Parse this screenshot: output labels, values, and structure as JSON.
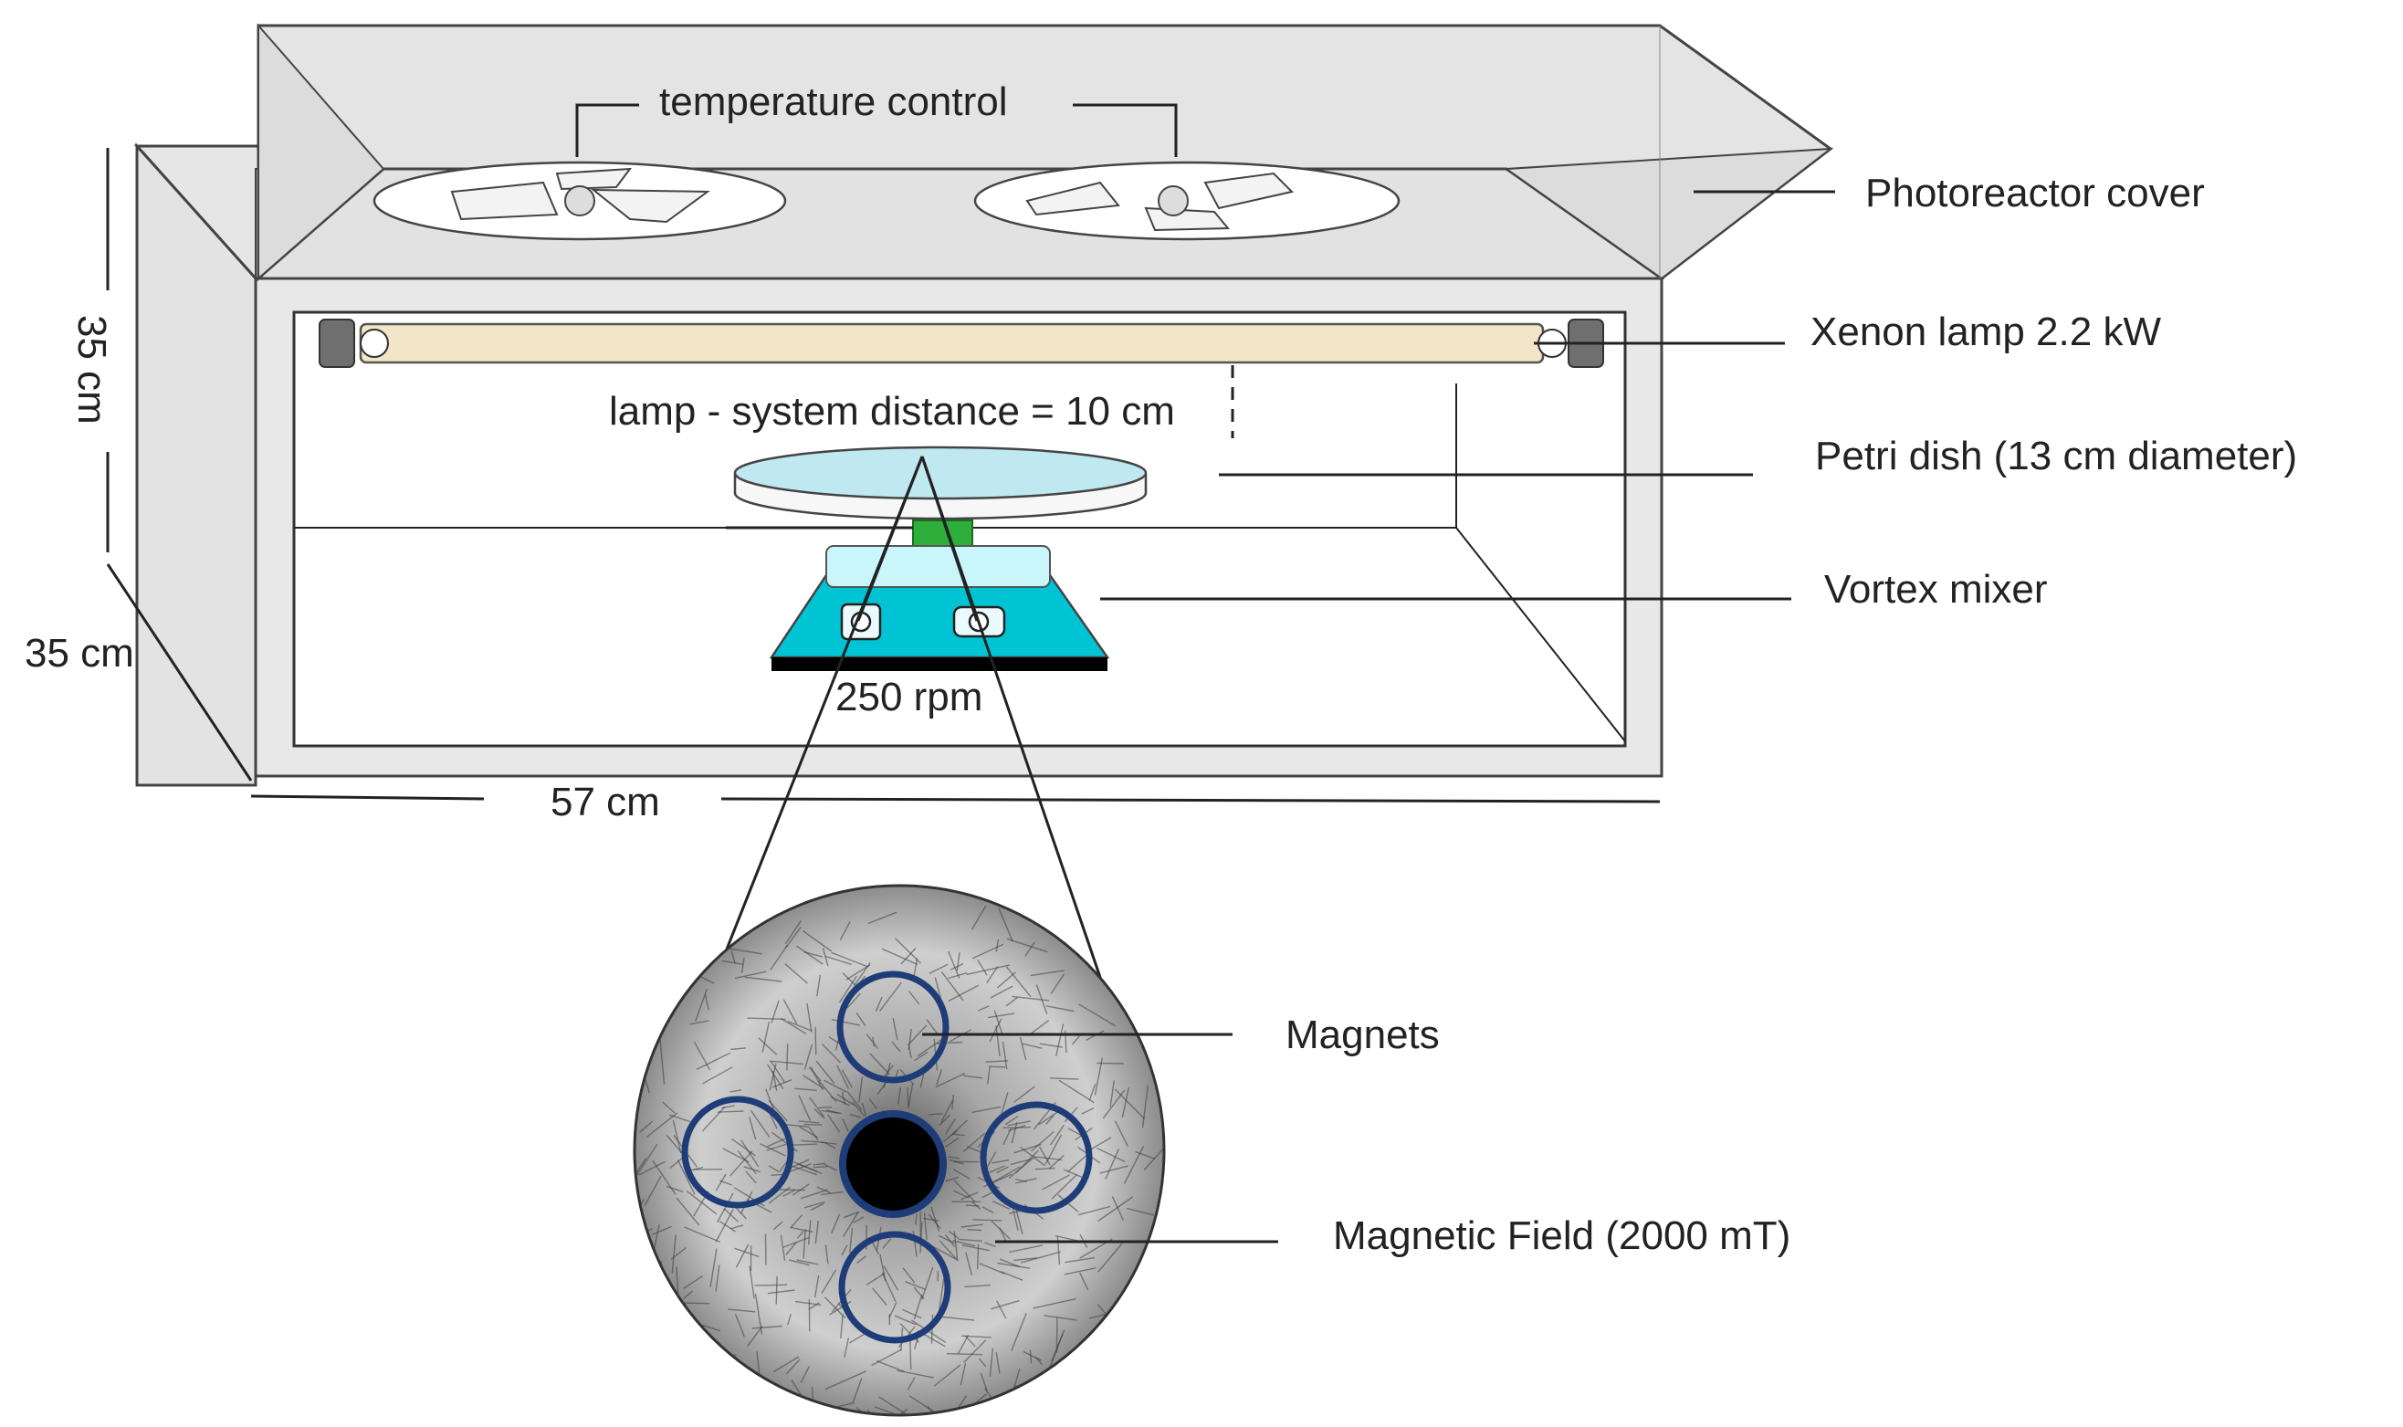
{
  "labels": {
    "temperature_control": "temperature control",
    "photoreactor_cover": "Photoreactor cover",
    "xenon_lamp": "Xenon lamp 2.2 kW",
    "lamp_distance": "lamp - system distance = 10 cm",
    "petri_dish": "Petri dish (13 cm diameter)",
    "vortex_mixer": "Vortex mixer",
    "rpm": "250 rpm",
    "height": "35 cm",
    "depth": "35 cm",
    "width": "57 cm",
    "magnets": "Magnets",
    "magnetic_field": "Magnetic Field (2000 mT)"
  },
  "colors": {
    "box_fill": "#e6e6e6",
    "lamp_fill": "#f2e6c8",
    "dish_fill": "#bfe8f0",
    "mixer_fill": "#00c4d4",
    "mixer_top": "#c8f6fa",
    "green_stand": "#2eae3a",
    "magnet_ring": "#1e3c78"
  },
  "icons": [
    "fan-icon",
    "lamp-icon",
    "petri-dish-icon",
    "vortex-mixer-icon",
    "magnetic-disk-icon"
  ]
}
